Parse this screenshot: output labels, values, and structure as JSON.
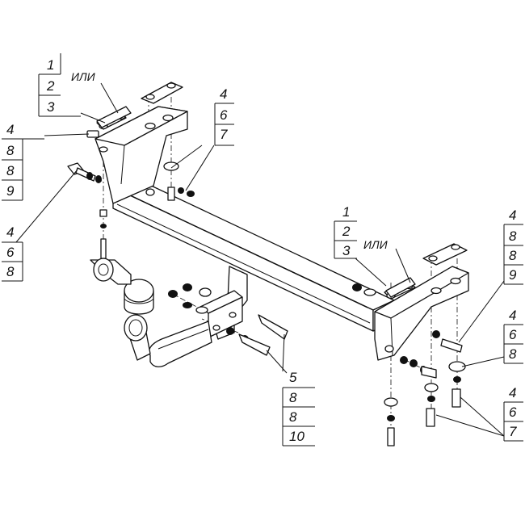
{
  "callouts": {
    "top_left": [
      "1",
      "2",
      "3"
    ],
    "top_left_or": "ИЛИ",
    "left_bolt": [
      "4",
      "8",
      "8",
      "9"
    ],
    "left_lower": [
      "4",
      "6",
      "8"
    ],
    "center_top": [
      "4",
      "6",
      "7"
    ],
    "center_right": [
      "1",
      "2",
      "3"
    ],
    "center_right_or": "ИЛИ",
    "right_top": [
      "4",
      "8",
      "8",
      "9"
    ],
    "right_mid": [
      "4",
      "6",
      "8"
    ],
    "right_bottom": [
      "4",
      "6",
      "7"
    ],
    "bottom_center": [
      "5",
      "8",
      "8",
      "10"
    ]
  }
}
